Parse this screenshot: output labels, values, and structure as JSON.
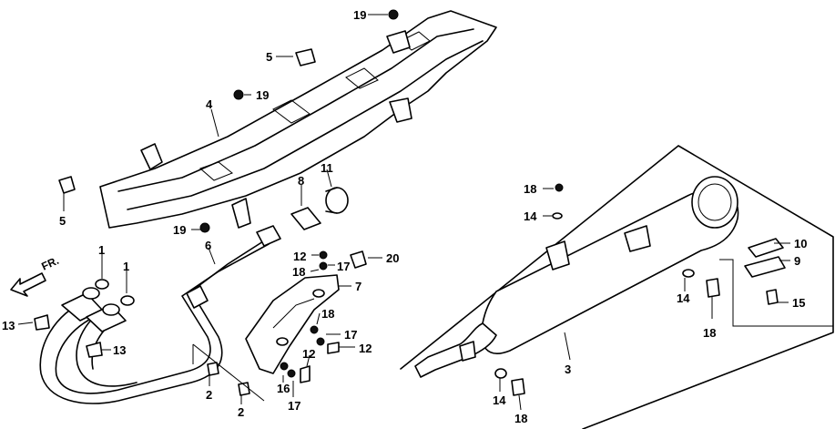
{
  "labels": {
    "p19a": "19",
    "p5a": "5",
    "p4": "4",
    "p19b": "19",
    "p5b": "5",
    "p19c": "19",
    "p6": "6",
    "p8": "8",
    "p11": "11",
    "p1a": "1",
    "p1b": "1",
    "p12a": "12",
    "p17a": "17",
    "p20": "20",
    "p18a": "18",
    "p7": "7",
    "p13a": "13",
    "p13b": "13",
    "p18b": "18",
    "p17b": "17",
    "p12b": "12",
    "p12c": "12",
    "p16": "16",
    "p17c": "17",
    "p2a": "2",
    "p2b": "2",
    "p18c": "18",
    "p14a": "14",
    "p10": "10",
    "p9": "9",
    "p14b": "14",
    "p15": "15",
    "p18d": "18",
    "p3": "3",
    "p14c": "14",
    "p18e": "18"
  },
  "front_arrow": "FR."
}
